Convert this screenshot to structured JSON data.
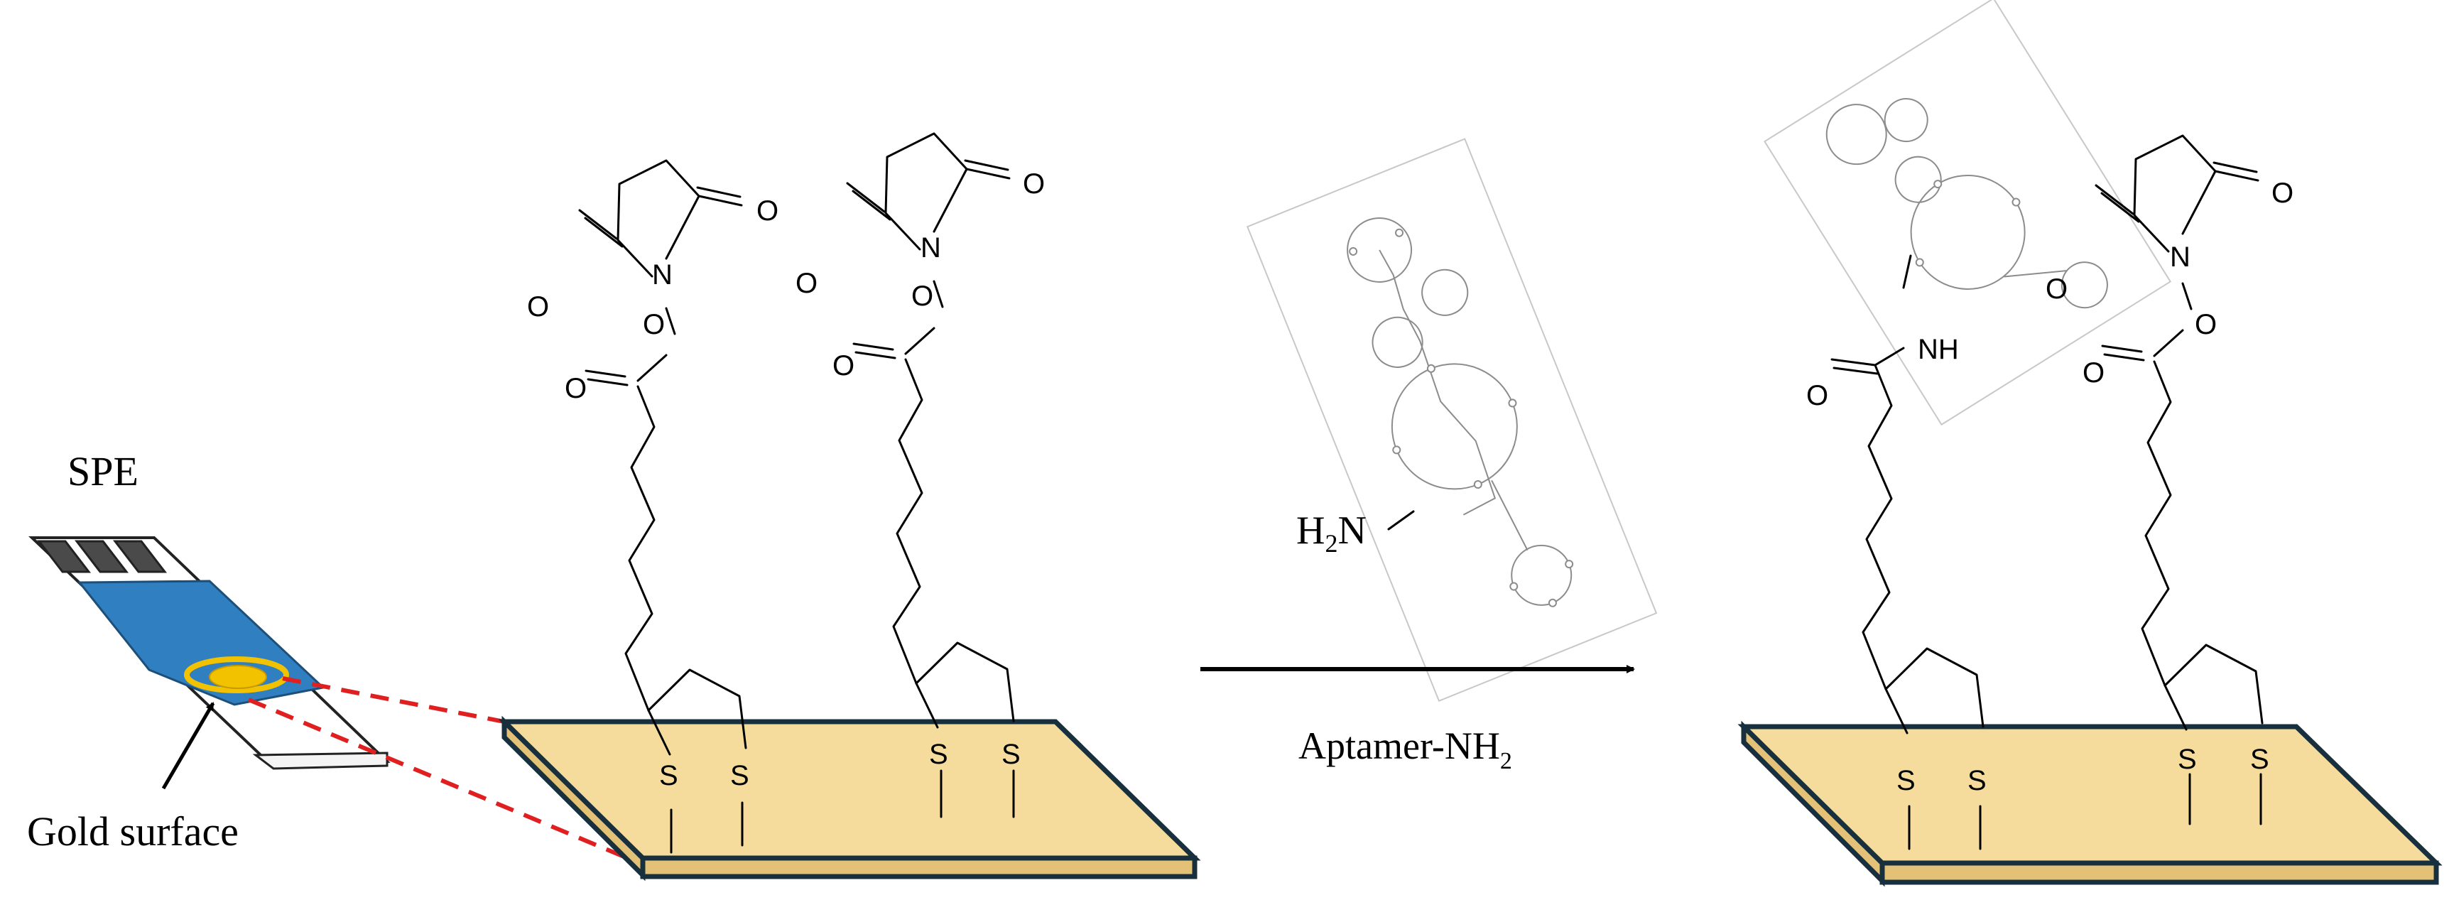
{
  "labels": {
    "spe": "SPE",
    "gold_surface": "Gold surface",
    "reagent_main": "Aptamer-NH",
    "reagent_sub": "2",
    "amine_h": "H",
    "amine_sub": "2",
    "amine_n": "N",
    "amide_nh": "NH",
    "atom_o": "O",
    "atom_n": "N",
    "atom_s": "S"
  },
  "colors": {
    "gold_top": "#f5dc9c",
    "gold_side": "#e3c277",
    "gold_edge": "#18303d",
    "electrode_blue": "#2f7fc1",
    "electrode_gold": "#f2c200",
    "guide_lines": "#e02020",
    "aptamer_gray": "#8c8c8c"
  }
}
